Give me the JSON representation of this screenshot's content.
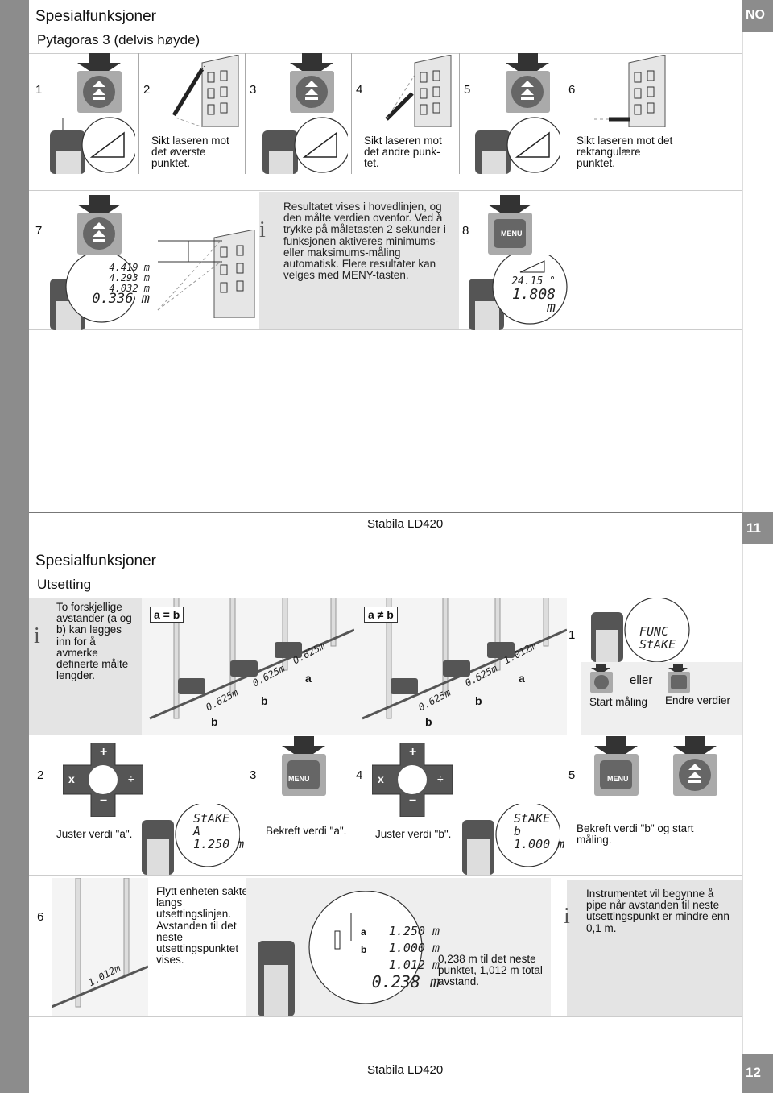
{
  "lang_code": "NO",
  "top": {
    "section_title": "Spesialfunksjoner",
    "subtitle": "Pytagoras 3 (delvis høyde)",
    "steps": [
      {
        "num": "1"
      },
      {
        "num": "2",
        "caption": "Sikt laseren mot det øverste punktet."
      },
      {
        "num": "3"
      },
      {
        "num": "4",
        "caption": "Sikt laseren mot det andre punk-tet."
      },
      {
        "num": "5"
      },
      {
        "num": "6",
        "caption": "Sikt laseren mot det rektangulære punktet."
      },
      {
        "num": "7"
      },
      {
        "num": "8"
      }
    ],
    "display7": [
      "4.419 m",
      "4.293 m",
      "4.032 m",
      "0.336 m"
    ],
    "info_text": "Resultatet vises i hovedlinjen, og den målte verdien ovenfor. Ved å trykke på måletasten 2 sekunder i funksjonen aktiveres minimums- eller maksimums-måling automatisk. Flere resultater kan velges med MENY-tasten.",
    "menu_label": "MENU",
    "display8": [
      "24.15 °",
      "1.808 m"
    ],
    "footer": "Stabila LD420",
    "page_number": "11"
  },
  "bottom": {
    "section_title": "Spesialfunksjoner",
    "subtitle": "Utsetting",
    "info_text": "To forskjellige avstander (a og b) kan legges inn for å avmerke definerte målte lengder.",
    "eq_label": "a = b",
    "neq_label": "a ≠ b",
    "eq_values": [
      "0.625m",
      "0.625m",
      "0.625m"
    ],
    "neq_values": [
      "0.625m",
      "0.625m",
      "1.012m"
    ],
    "letters": [
      "a",
      "b",
      "b"
    ],
    "step1": {
      "num": "1",
      "display": [
        "FUNC",
        "StAKE"
      ],
      "or": "eller",
      "start": "Start måling",
      "change": "Endre verdier"
    },
    "step2": {
      "num": "2",
      "caption": "Juster verdi \"a\"."
    },
    "step3": {
      "num": "3",
      "caption": "Bekreft verdi \"a\".",
      "display": [
        "StAKE",
        "A",
        "1.250 m"
      ]
    },
    "step4": {
      "num": "4",
      "caption": "Juster verdi \"b\"."
    },
    "step5": {
      "num": "5",
      "caption": "Bekreft verdi \"b\" og start måling.",
      "display": [
        "StAKE",
        "b",
        "1.000 m"
      ]
    },
    "step6": {
      "num": "6",
      "caption": "Flytt enheten sakte langs utsettingslinjen. Avstanden til det neste utsettingspunktet vises.",
      "value": "1.012m"
    },
    "display6": [
      "1.250 m",
      "1.000 m",
      "1.012 m",
      "0.238 m"
    ],
    "display6_letters": [
      "a",
      "b"
    ],
    "remaining_text": "0,238 m til det neste punktet, 1,012 m total avstand.",
    "info2_text": "Instrumentet vil begynne å pipe når avstanden til neste utsettingspunkt er mindre enn 0,1 m.",
    "keypad": {
      "plus": "+",
      "minus": "−",
      "times": "x",
      "divide": "÷"
    },
    "footer": "Stabila LD420",
    "page_number": "12"
  }
}
